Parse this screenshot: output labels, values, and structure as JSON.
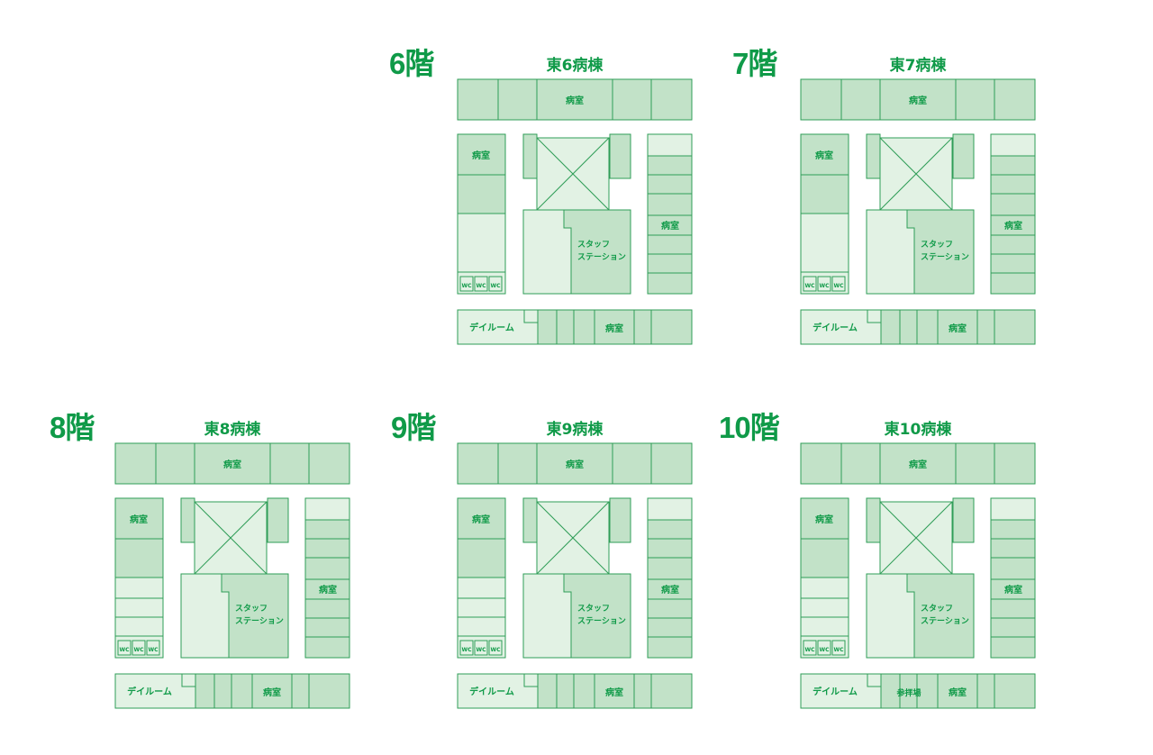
{
  "colors": {
    "outline": "#2f9d57",
    "room_dark": "#c2e2c8",
    "room_light": "#e2f2e4",
    "text": "#0f9a48"
  },
  "labels": {
    "patient_room": "病室",
    "staff_station_1": "スタッフ",
    "staff_station_2": "ステーション",
    "dayroom": "デイルーム",
    "toilet_1": "WC",
    "toilet_2": "WC",
    "toilet_3": "WC"
  },
  "floors": [
    {
      "floor_label": "6階",
      "ward_title": "東6病棟",
      "extra_label": ""
    },
    {
      "floor_label": "7階",
      "ward_title": "東7病棟",
      "extra_label": ""
    },
    {
      "floor_label": "8階",
      "ward_title": "東8病棟",
      "extra_label": ""
    },
    {
      "floor_label": "9階",
      "ward_title": "東9病棟",
      "extra_label": ""
    },
    {
      "floor_label": "10階",
      "ward_title": "東10病棟",
      "extra_label": "参拝場"
    }
  ]
}
